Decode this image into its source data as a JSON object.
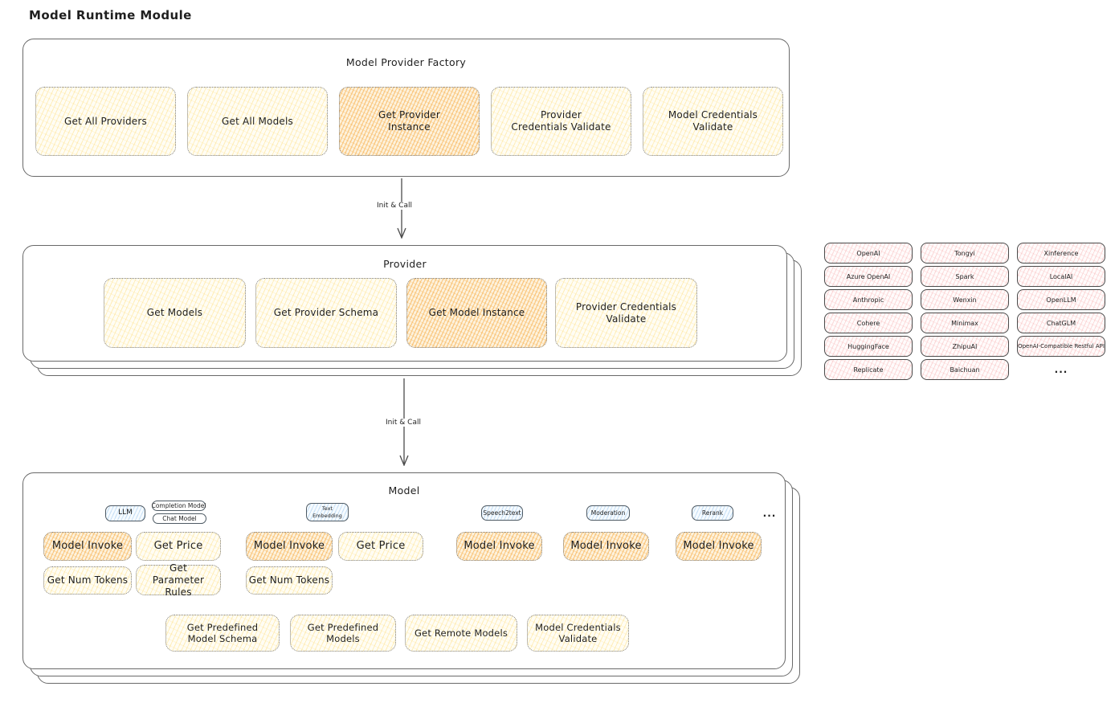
{
  "title": "Model Runtime Module",
  "colors": {
    "yellow_hatch": "#ffd86a",
    "orange_hatch": "#f7a638",
    "pink_hatch": "#f49494",
    "blue_hatch": "#78b0e5",
    "outline": "#696969",
    "text": "#1f1f1f"
  },
  "arrows": {
    "init_call_1": "Init & Call",
    "init_call_2": "Init & Call"
  },
  "factory": {
    "title": "Model Provider Factory",
    "boxes": [
      {
        "label": "Get All Providers",
        "highlighted": false
      },
      {
        "label": "Get All Models",
        "highlighted": false
      },
      {
        "label": "Get Provider Instance",
        "highlighted": true
      },
      {
        "label": "Provider Credentials Validate",
        "highlighted": false
      },
      {
        "label": "Model Credentials Validate",
        "highlighted": false
      }
    ]
  },
  "provider": {
    "title": "Provider",
    "boxes": [
      {
        "label": "Get Models",
        "highlighted": false
      },
      {
        "label": "Get Provider Schema",
        "highlighted": false
      },
      {
        "label": "Get Model Instance",
        "highlighted": true
      },
      {
        "label": "Provider Credentials Validate",
        "highlighted": false
      }
    ]
  },
  "provider_list": {
    "col1": [
      "OpenAI",
      "Azure OpenAI",
      "Anthropic",
      "Cohere",
      "HuggingFace",
      "Replicate"
    ],
    "col2": [
      "Tongyi",
      "Spark",
      "Wenxin",
      "Minimax",
      "ZhipuAI",
      "Baichuan"
    ],
    "col3": [
      "Xinference",
      "LocalAI",
      "OpenLLM",
      "ChatGLM",
      "OpenAI-Compatible Restful API"
    ],
    "more": "..."
  },
  "model": {
    "title": "Model",
    "tabs": {
      "llm": "LLM",
      "completion_model": "Completion Model",
      "chat_model": "Chat Model",
      "text_embedding": "Text Embedding",
      "speech2text": "Speech2text",
      "moderation": "Moderation",
      "rerank": "Rerank",
      "more": "..."
    },
    "llm": {
      "invoke": "Model Invoke",
      "price": "Get Price",
      "tokens": "Get Num Tokens",
      "rules": "Get Parameter Rules"
    },
    "text_embedding": {
      "invoke": "Model Invoke",
      "price": "Get Price",
      "tokens": "Get Num Tokens"
    },
    "speech2text": {
      "invoke": "Model Invoke"
    },
    "moderation": {
      "invoke": "Model Invoke"
    },
    "rerank": {
      "invoke": "Model Invoke"
    },
    "common": {
      "predefined_schema": "Get Predefined Model Schema",
      "predefined_models": "Get Predefined Models",
      "remote_models": "Get Remote Models",
      "credentials_validate": "Model Credentials Validate"
    }
  }
}
